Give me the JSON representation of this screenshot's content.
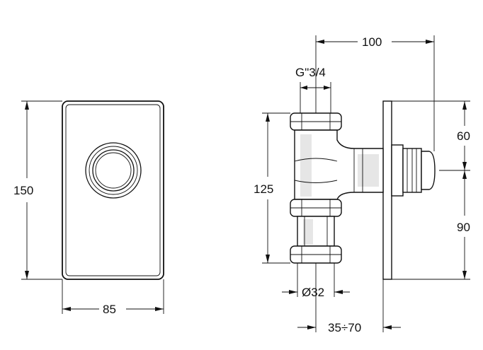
{
  "front_view": {
    "width_label": "85",
    "height_label": "150"
  },
  "side_view": {
    "depth_label": "100",
    "thread_label": "G\"3/4",
    "height_label": "125",
    "upper_offset_label": "60",
    "lower_offset_label": "90",
    "pipe_diameter_label": "Ø32",
    "wall_range_label": "35÷70"
  }
}
